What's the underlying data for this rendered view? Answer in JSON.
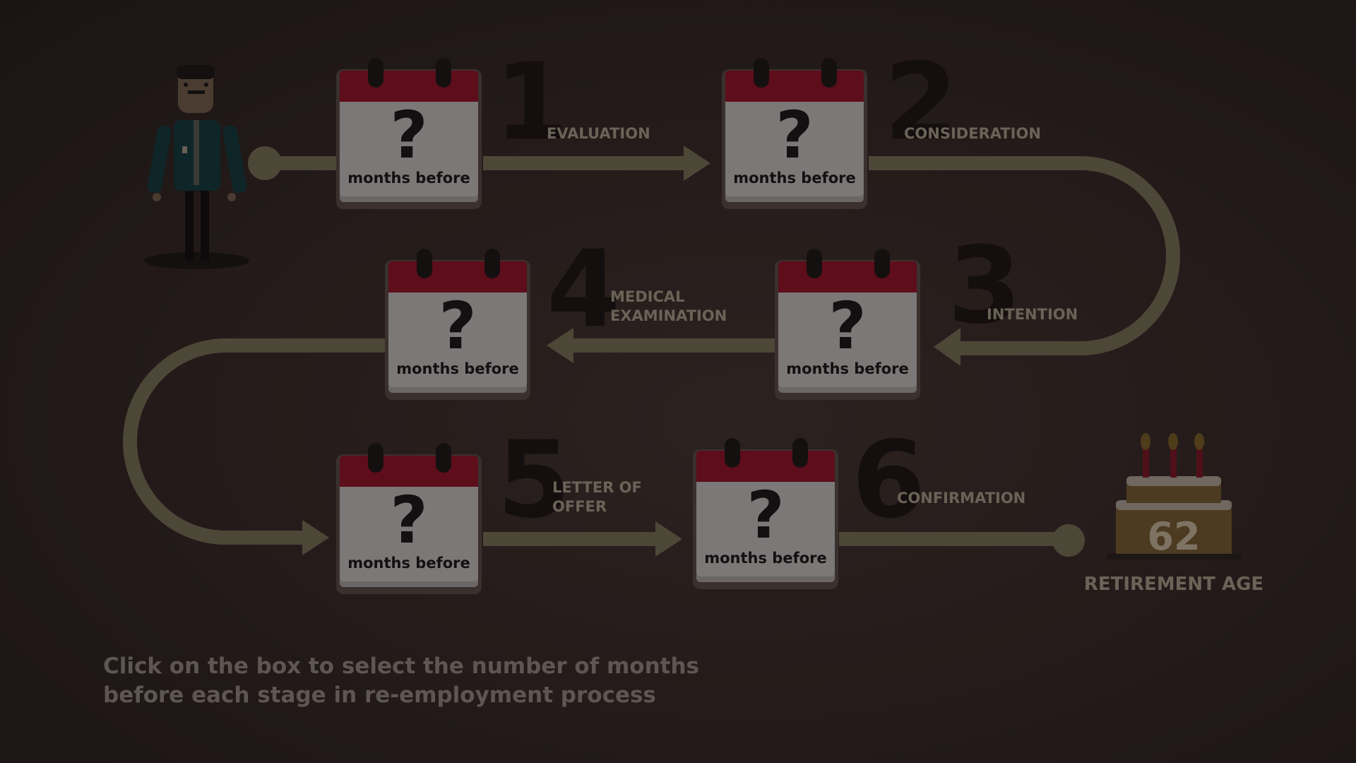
{
  "stages": [
    {
      "number": "1",
      "label": "EVALUATION",
      "value": "?",
      "caption": "months before"
    },
    {
      "number": "2",
      "label": "CONSIDERATION",
      "value": "?",
      "caption": "months before"
    },
    {
      "number": "3",
      "label": "INTENTION",
      "value": "?",
      "caption": "months before"
    },
    {
      "number": "4",
      "label": "MEDICAL\nEXAMINATION",
      "value": "?",
      "caption": "months before"
    },
    {
      "number": "5",
      "label": "LETTER OF\nOFFER",
      "value": "?",
      "caption": "months before"
    },
    {
      "number": "6",
      "label": "CONFIRMATION",
      "value": "?",
      "caption": "months before"
    }
  ],
  "retirement": {
    "age": "62",
    "label": "RETIREMENT AGE"
  },
  "instruction": "Click on the box to select the number of months before each stage in re-employment process",
  "colors": {
    "path": "#4d4738",
    "calendar_header": "#5e0d1b",
    "calendar_body": "#7b7877",
    "background": "#231a19"
  },
  "icons": [
    "person-icon",
    "calendar-icon",
    "cake-icon"
  ]
}
